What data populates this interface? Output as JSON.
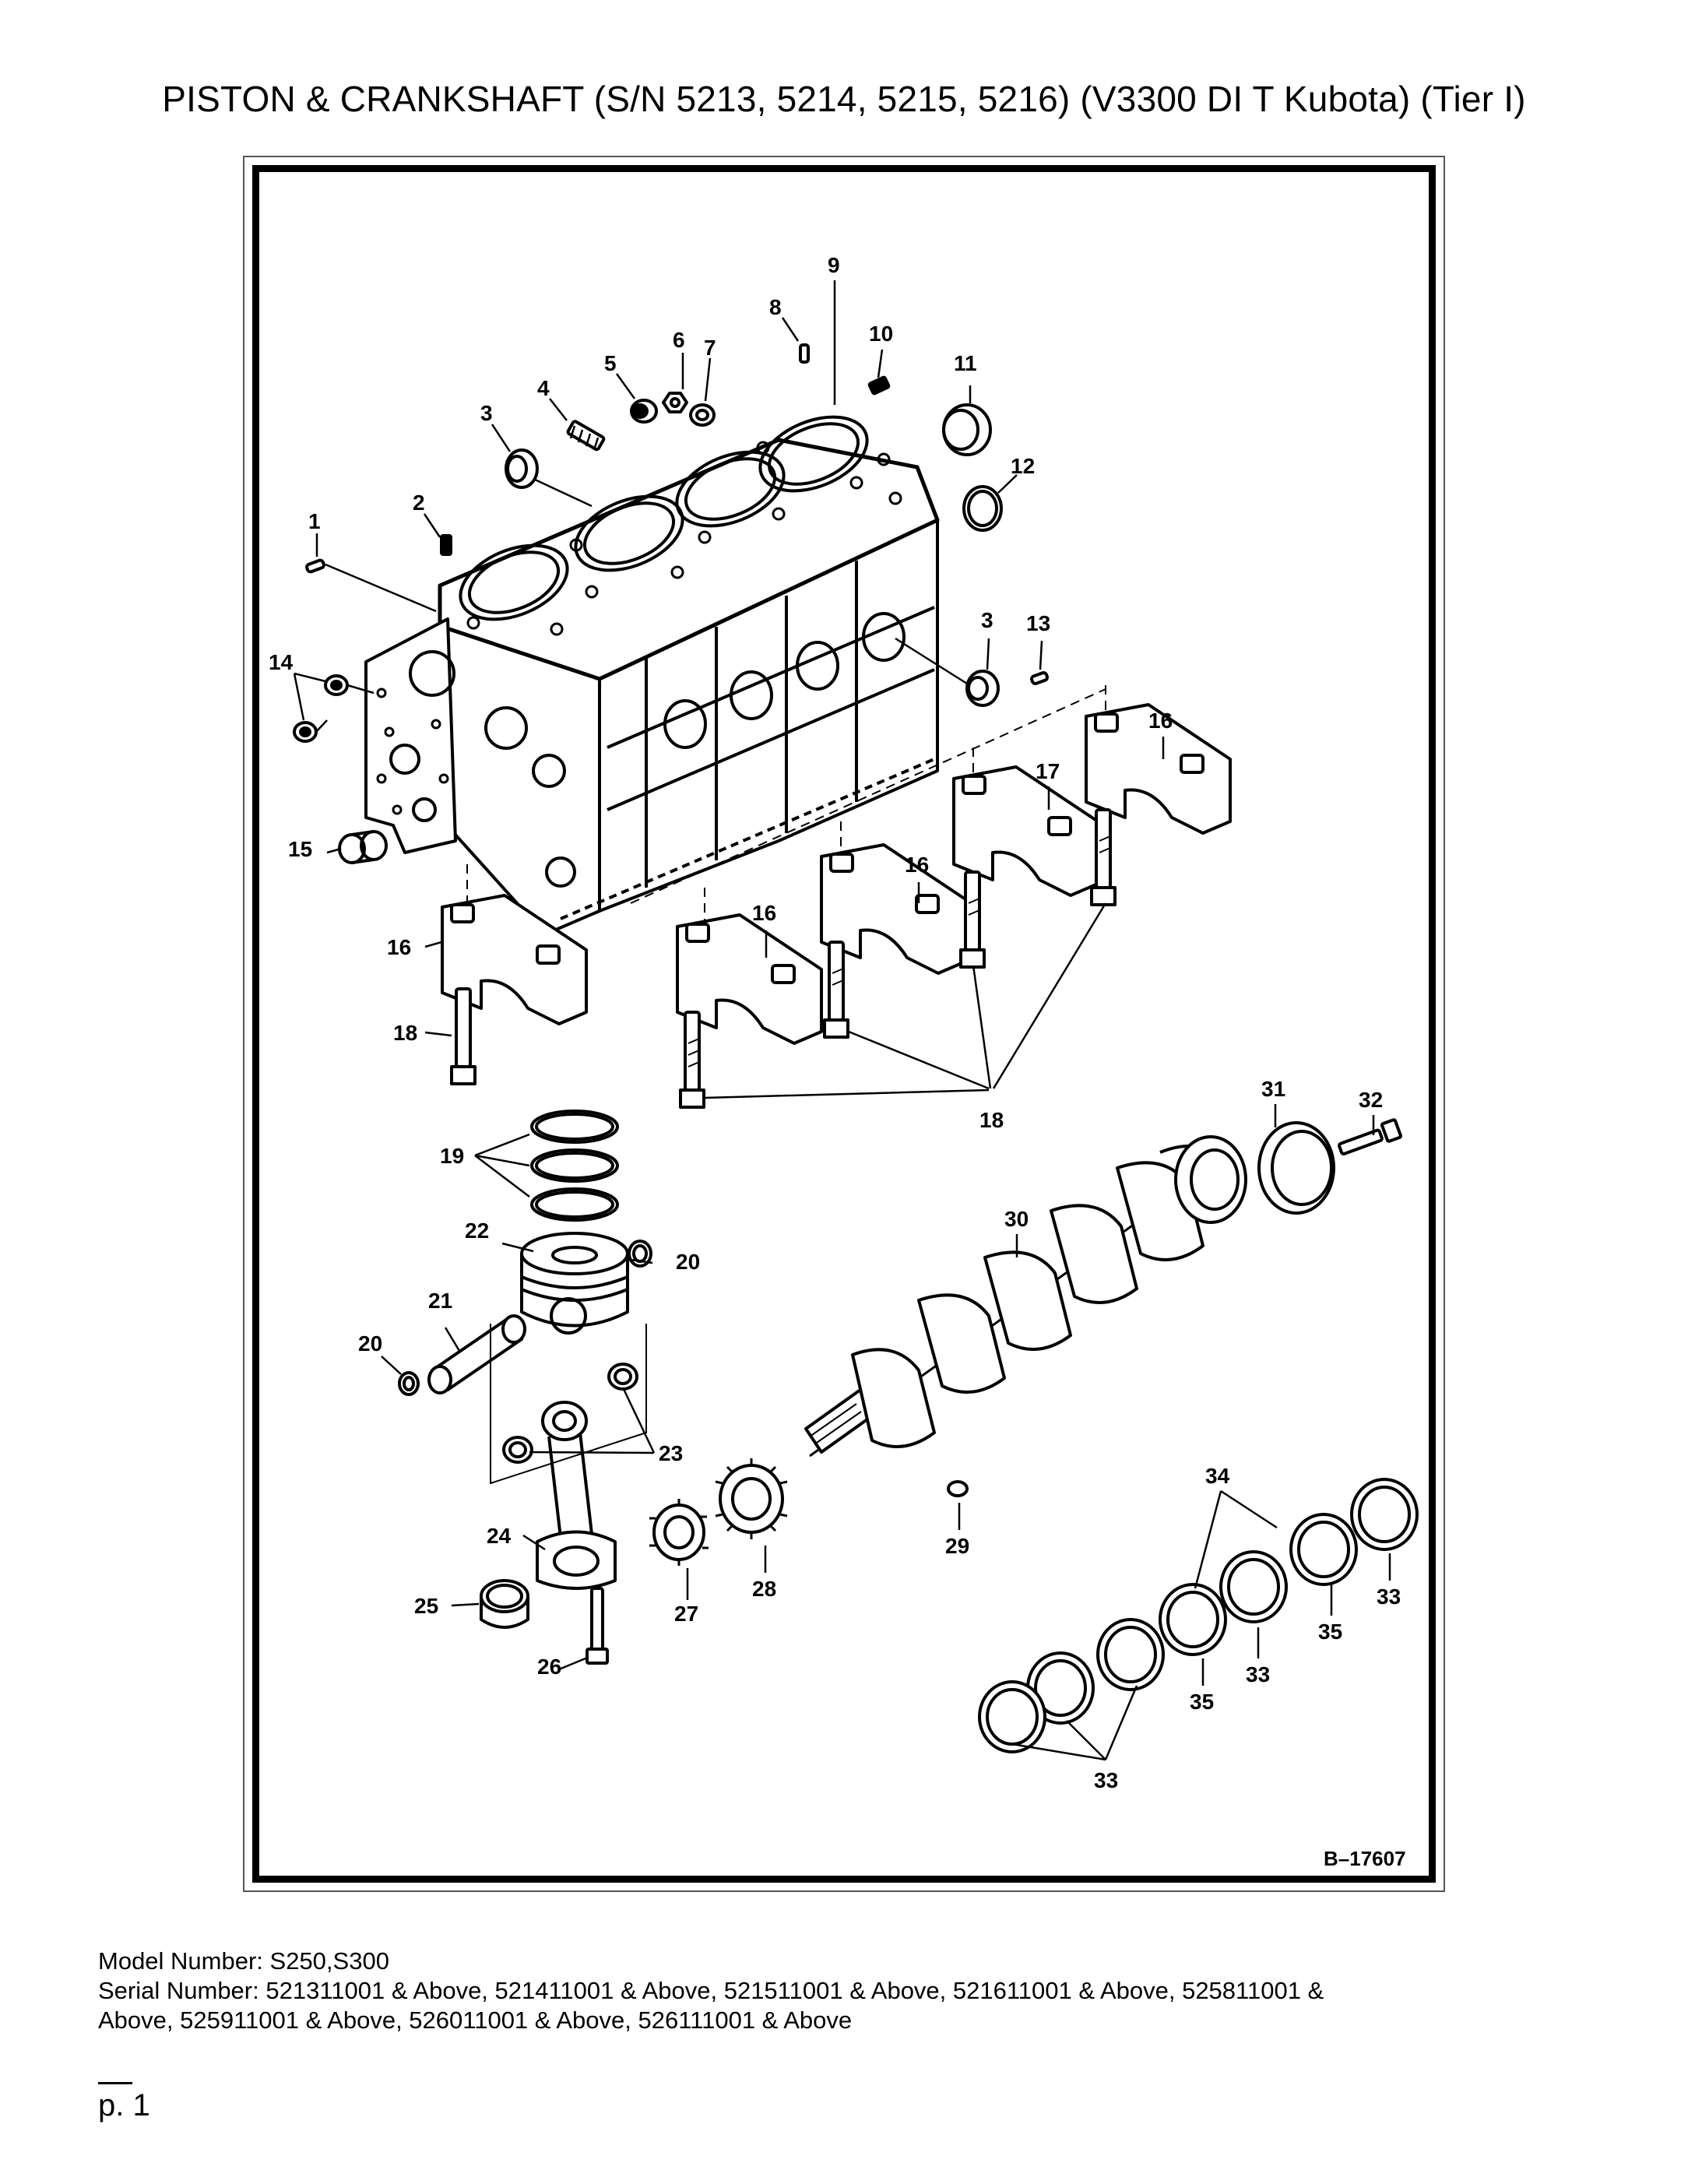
{
  "title": "PISTON & CRANKSHAFT (S/N 5213, 5214, 5215, 5216) (V3300 DI T Kubota) (Tier I)",
  "drawing_id": "B–17607",
  "callouts": {
    "c1": "1",
    "c2": "2",
    "c3a": "3",
    "c3b": "3",
    "c4": "4",
    "c5": "5",
    "c6": "6",
    "c7": "7",
    "c8": "8",
    "c9": "9",
    "c10": "10",
    "c11": "11",
    "c12": "12",
    "c13": "13",
    "c14": "14",
    "c15": "15",
    "c16a": "16",
    "c16b": "16",
    "c16c": "16",
    "c16d": "16",
    "c17": "17",
    "c18a": "18",
    "c18b": "18",
    "c19": "19",
    "c20a": "20",
    "c20b": "20",
    "c21": "21",
    "c22": "22",
    "c23": "23",
    "c24": "24",
    "c25": "25",
    "c26": "26",
    "c27": "27",
    "c28": "28",
    "c29": "29",
    "c30": "30",
    "c31": "31",
    "c32": "32",
    "c33a": "33",
    "c33b": "33",
    "c33c": "33",
    "c34": "34",
    "c35a": "35",
    "c35b": "35"
  },
  "footer": {
    "model": "Model Number: S250,S300",
    "serial_line1": "Serial Number: 521311001 & Above, 521411001 & Above, 521511001 & Above, 521611001 & Above, 525811001 &",
    "serial_line2": "Above, 525911001 & Above, 526011001 & Above, 526111001 & Above"
  },
  "page": "p. 1"
}
